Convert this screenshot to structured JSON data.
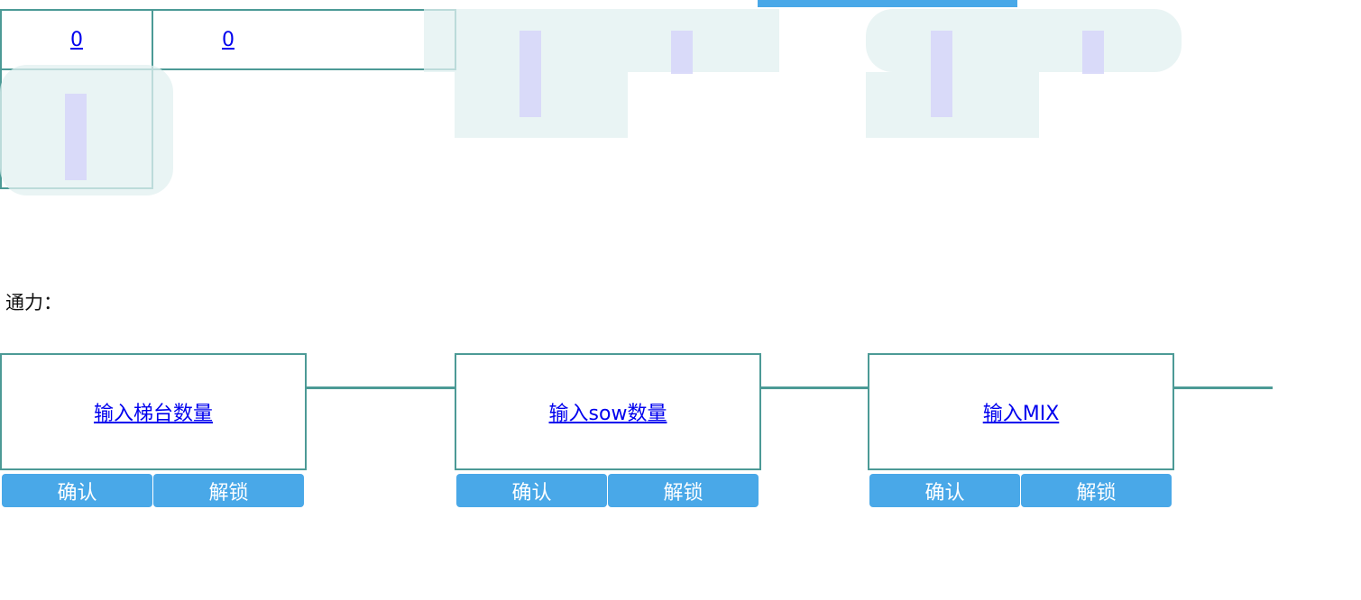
{
  "top_row": {
    "cell_1_value": "0",
    "cell_2_value": "0"
  },
  "section_label": "通力：",
  "stations": [
    {
      "input_link": "输入梯台数量",
      "confirm_label": "确认",
      "unlock_label": "解锁"
    },
    {
      "input_link": "输入sow数量",
      "confirm_label": "确认",
      "unlock_label": "解锁"
    },
    {
      "input_link": "输入MIX",
      "confirm_label": "确认",
      "unlock_label": "解锁"
    }
  ],
  "colors": {
    "border": "#4c9a96",
    "button_bg": "#49a8e8",
    "link": "#0000ee"
  }
}
